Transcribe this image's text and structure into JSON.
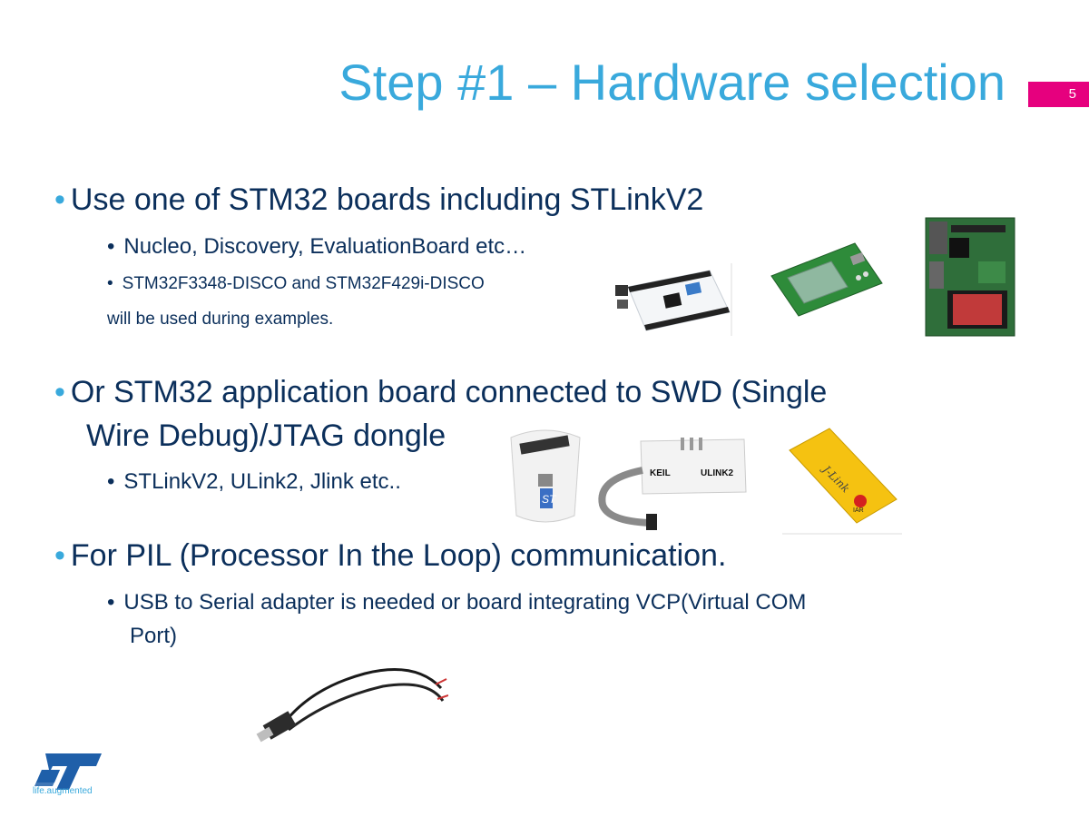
{
  "slide": {
    "title": "Step #1 – Hardware selection",
    "page_number": "5"
  },
  "bullets": {
    "b1": {
      "text": "Use one of STM32 boards including STLinkV2",
      "sub1": "Nucleo, Discovery, EvaluationBoard etc…",
      "sub2": "STM32F3348-DISCO and STM32F429i-DISCO",
      "sub2_cont": "will be used during examples."
    },
    "b2": {
      "text_line1": "Or STM32 application board connected to SWD (Single",
      "text_line2": "Wire Debug)/JTAG dongle",
      "sub1": "STLinkV2, ULink2, Jlink etc.."
    },
    "b3": {
      "text": "For PIL (Processor In the Loop) communication.",
      "sub1_line1": "USB to Serial adapter is needed or board integrating VCP(Virtual COM",
      "sub1_line2": "Port)"
    }
  },
  "bullet_glyph": "•",
  "images": {
    "ulink2_label_keil": "KEIL",
    "ulink2_label_model": "ULINK2",
    "jlink_label": "J-Link",
    "jlink_brand": "IAR"
  },
  "footer": {
    "tagline": "life.augmented"
  },
  "colors": {
    "title": "#39a9dc",
    "body_text": "#0b2f5b",
    "page_badge": "#e6007e"
  }
}
